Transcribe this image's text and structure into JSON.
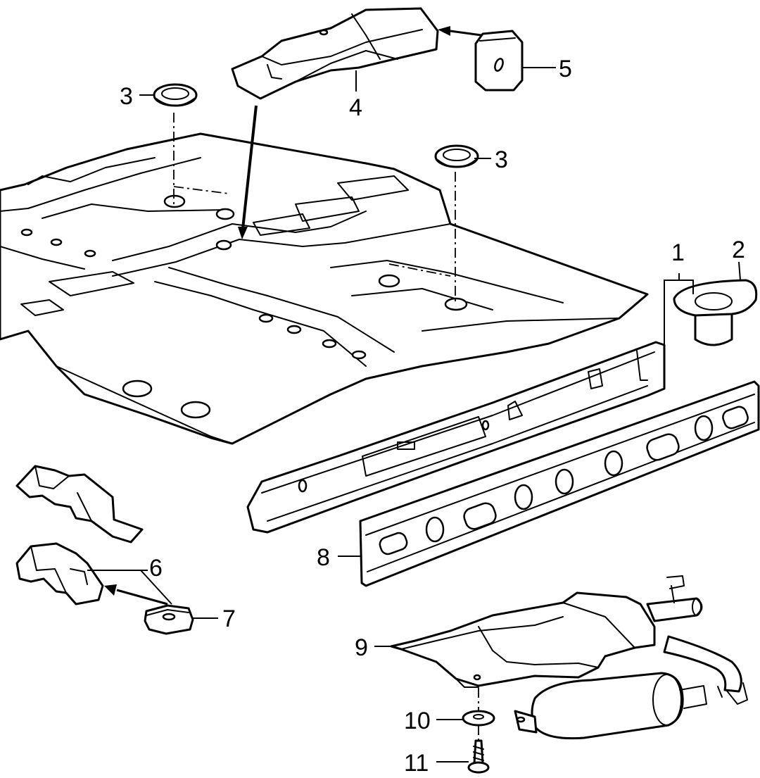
{
  "diagram": {
    "labels": {
      "floor_seal_grommet_left": "3",
      "floor_seal_grommet_right": "3",
      "tunnel_heat_shield": "4",
      "shield_pad": "5",
      "sill_member": "1",
      "jack_mount_bushing": "2",
      "front_bracket": "6",
      "bracket_pad": "7",
      "sill_outer_panel": "8",
      "exhaust_heat_shield": "9",
      "washer": "10",
      "screw": "11"
    }
  }
}
